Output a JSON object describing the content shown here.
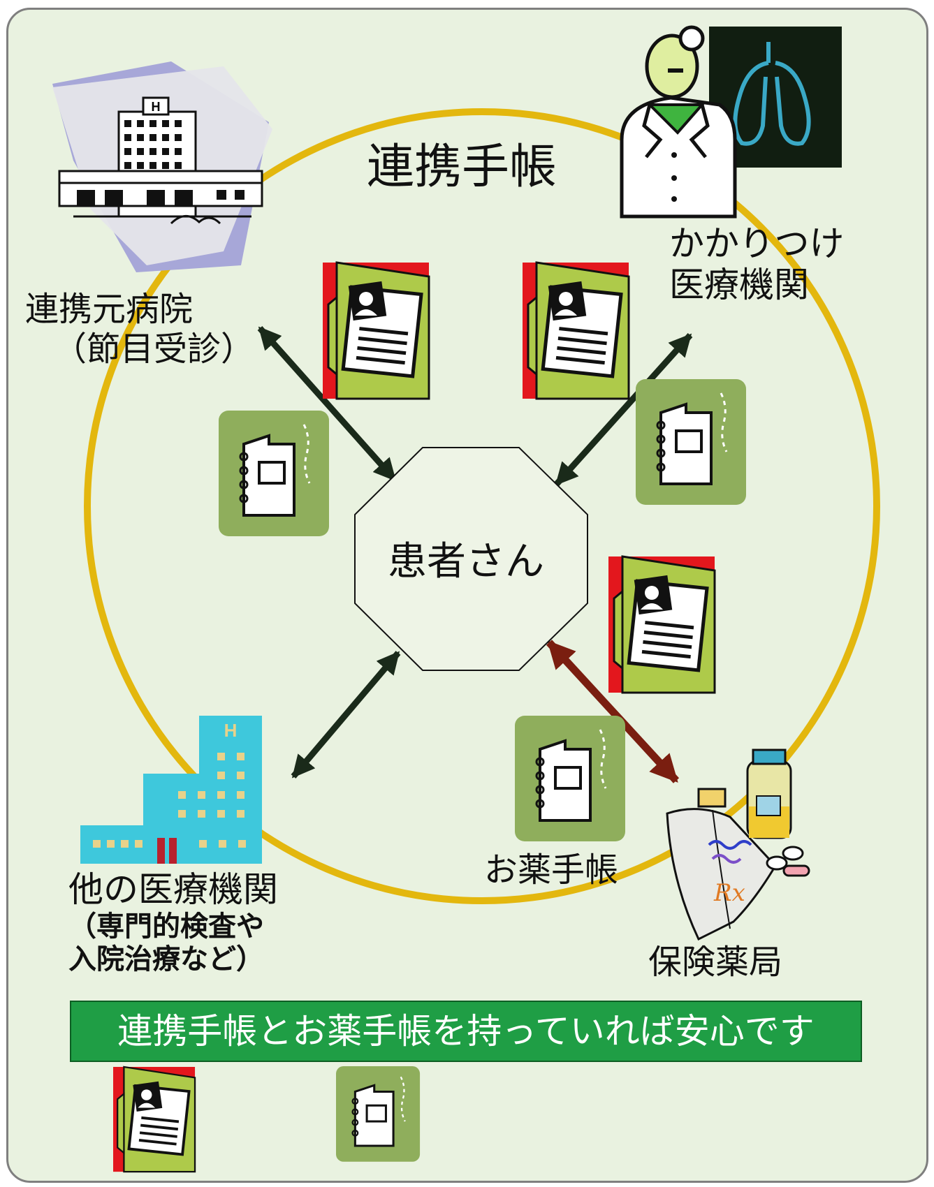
{
  "title": "連携手帳",
  "center": {
    "label": "患者さん"
  },
  "nodes": {
    "hospital": {
      "label_line1": "連携元病院",
      "label_line2": "（節目受診）"
    },
    "clinic": {
      "label_line1": "かかりつけ",
      "label_line2": "医療機関"
    },
    "other": {
      "label_line1": "他の医療機関",
      "label_line2": "（専門的検査や",
      "label_line3": "入院治療など）"
    },
    "pharmacy": {
      "label": "保険薬局"
    }
  },
  "medication_book": {
    "label": "お薬手帳"
  },
  "banner": {
    "text": "連携手帳とお薬手帳を持っていれば安心です"
  },
  "colors": {
    "panel_bg": "#e9f2e0",
    "circle": "#e3b70e",
    "arrow_dark": "#1a2a1a",
    "arrow_pharmacy": "#7a1e10",
    "banner_bg": "#1f9e45",
    "booklet_bg": "#8fae5c",
    "folder_green": "#aeca4a",
    "folder_red": "#e3171d",
    "building_blue": "#3ec8dc"
  },
  "icons": [
    "hospital-building-icon",
    "doctor-xray-icon",
    "office-building-icon",
    "pharmacy-medicine-icon",
    "collaboration-booklet-icon",
    "medication-booklet-icon"
  ]
}
